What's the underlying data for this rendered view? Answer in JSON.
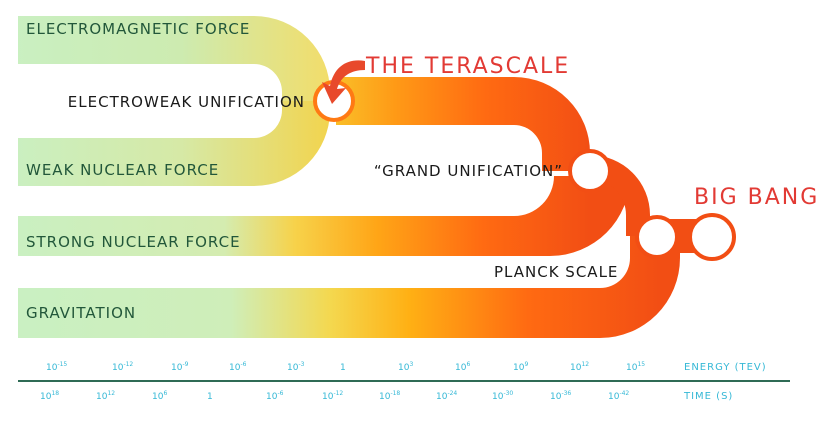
{
  "forces": {
    "electromagnetic": "ELECTROMAGNETIC FORCE",
    "weak": "WEAK NUCLEAR FORCE",
    "strong": "STRONG NUCLEAR FORCE",
    "gravitation": "GRAVITATION"
  },
  "nodes": {
    "electroweak": "ELECTROWEAK UNIFICATION",
    "grand": "“GRAND UNIFICATION”",
    "planck": "PLANCK SCALE"
  },
  "headlines": {
    "terascale": "THE TERASCALE",
    "big_bang": "BIG BANG"
  },
  "scale": {
    "energy_title": "ENERGY (TEV)",
    "time_title": "TIME (S)",
    "energy": [
      {
        "base": "10",
        "exp": "-15"
      },
      {
        "base": "10",
        "exp": "-12"
      },
      {
        "base": "10",
        "exp": "-9"
      },
      {
        "base": "10",
        "exp": "-6"
      },
      {
        "base": "10",
        "exp": "-3"
      },
      {
        "base": "1",
        "exp": ""
      },
      {
        "base": "10",
        "exp": "3"
      },
      {
        "base": "10",
        "exp": "6"
      },
      {
        "base": "10",
        "exp": "9"
      },
      {
        "base": "10",
        "exp": "12"
      },
      {
        "base": "10",
        "exp": "15"
      }
    ],
    "time": [
      {
        "base": "10",
        "exp": "18"
      },
      {
        "base": "10",
        "exp": "12"
      },
      {
        "base": "10",
        "exp": "6"
      },
      {
        "base": "1",
        "exp": ""
      },
      {
        "base": "10",
        "exp": "-6"
      },
      {
        "base": "10",
        "exp": "-12"
      },
      {
        "base": "10",
        "exp": "-18"
      },
      {
        "base": "10",
        "exp": "-24"
      },
      {
        "base": "10",
        "exp": "-30"
      },
      {
        "base": "10",
        "exp": "-36"
      },
      {
        "base": "10",
        "exp": "-42"
      }
    ]
  },
  "colors": {
    "green": "#c9f0c3",
    "yellow": "#f2dd6a",
    "amber": "#f9b21e",
    "orange": "#ff6a12",
    "red_orange": "#f24e14",
    "headline_red": "#e23a34",
    "scale_blue": "#35b8d6",
    "axis_line": "#2f6b55"
  }
}
